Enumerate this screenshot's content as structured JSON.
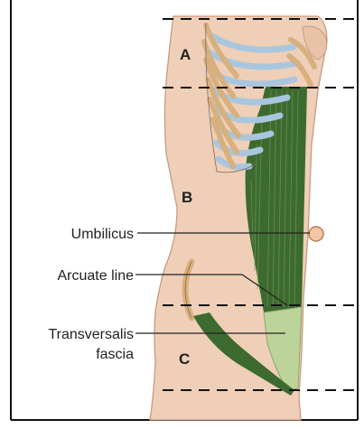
{
  "figure": {
    "regions": {
      "a": "A",
      "b": "B",
      "c": "C"
    },
    "labels": {
      "umbilicus": "Umbilicus",
      "arcuate_line": "Arcuate line",
      "transversalis_line1": "Transversalis",
      "transversalis_line2": "fascia"
    }
  },
  "colors": {
    "skin": "#efcfb8",
    "skin_outline": "#c79b80",
    "rectus_muscle": "#3d6a2e",
    "fascia": "#bcd49a",
    "rib_bone": "#d8b07e",
    "rib_cartilage": "#a9c6de",
    "border": "#111111"
  }
}
